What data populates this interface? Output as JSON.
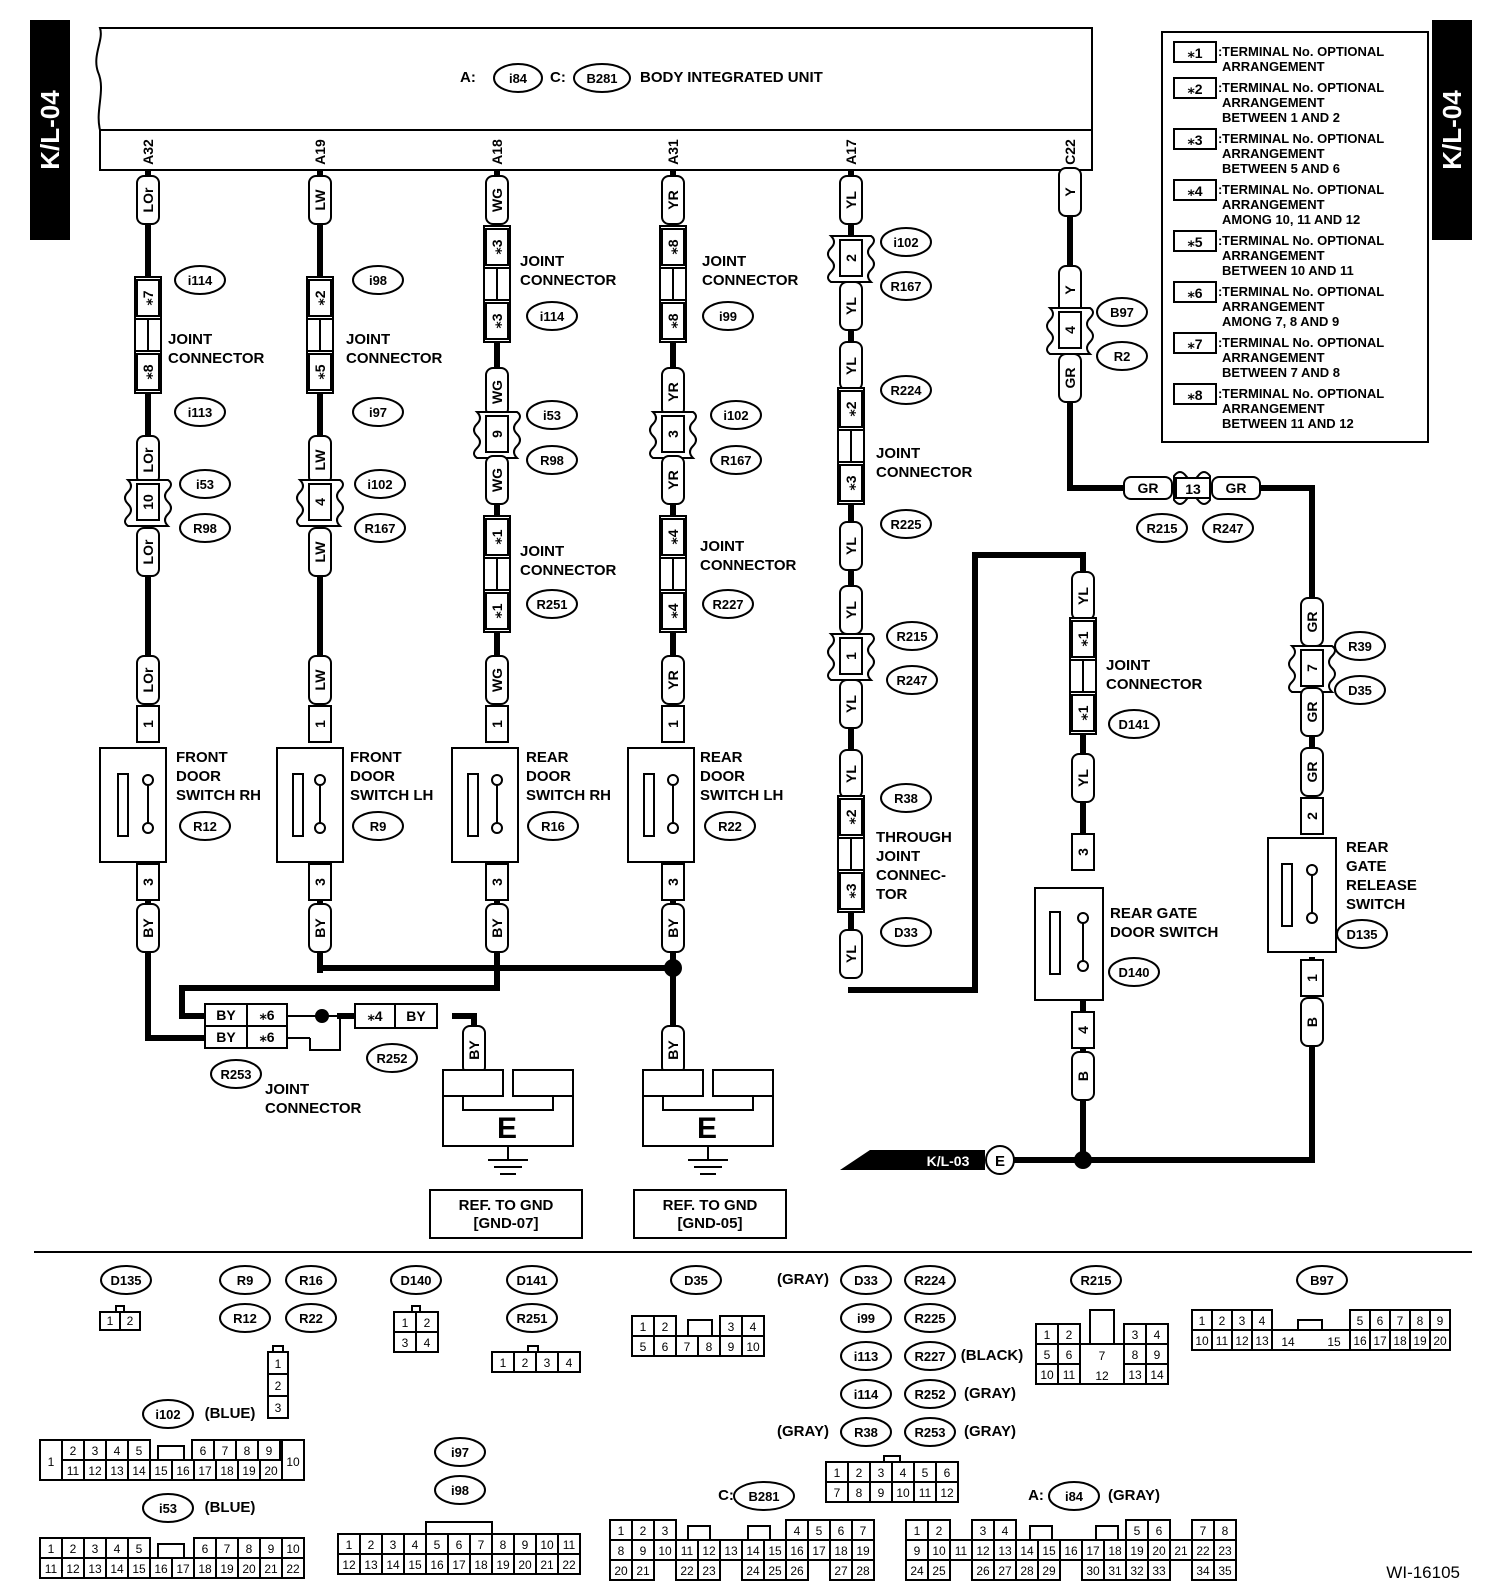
{
  "page_id": "K/L-04",
  "continuation": "K/L-03",
  "figure_code": "WI-16105",
  "body_unit": {
    "a": "A:",
    "i84": "i84",
    "c": "C:",
    "b281": "B281",
    "name": "BODY INTEGRATED UNIT"
  },
  "unit_terminals": [
    "A32",
    "A19",
    "A18",
    "A31",
    "A17",
    "C22"
  ],
  "legend": [
    {
      "mark": "1",
      "text": [
        "TERMINAL No. OPTIONAL",
        "ARRANGEMENT"
      ]
    },
    {
      "mark": "2",
      "text": [
        "TERMINAL No. OPTIONAL",
        "ARRANGEMENT",
        "BETWEEN 1 AND 2"
      ]
    },
    {
      "mark": "3",
      "text": [
        "TERMINAL No. OPTIONAL",
        "ARRANGEMENT",
        "BETWEEN 5 AND 6"
      ]
    },
    {
      "mark": "4",
      "text": [
        "TERMINAL No. OPTIONAL",
        "ARRANGEMENT",
        "AMONG 10, 11  AND 12"
      ]
    },
    {
      "mark": "5",
      "text": [
        "TERMINAL No. OPTIONAL",
        "ARRANGEMENT",
        "BETWEEN 10 AND 11"
      ]
    },
    {
      "mark": "6",
      "text": [
        "TERMINAL No. OPTIONAL",
        "ARRANGEMENT",
        "AMONG 7, 8  AND 9"
      ]
    },
    {
      "mark": "7",
      "text": [
        "TERMINAL No. OPTIONAL",
        "ARRANGEMENT",
        "BETWEEN 7 AND 8"
      ]
    },
    {
      "mark": "8",
      "text": [
        "TERMINAL No. OPTIONAL",
        "ARRANGEMENT",
        "BETWEEN 11 AND 12"
      ]
    }
  ],
  "labels": {
    "joint": "JOINT",
    "connector": "CONNECTOR",
    "through": "THROUGH",
    "connec": "CONNEC-",
    "tor": "TOR",
    "front": "FRONT",
    "rear": "REAR",
    "door": "DOOR",
    "switch_rh": "SWITCH RH",
    "switch_lh": "SWITCH LH",
    "rear_gate": "REAR GATE",
    "door_switch": "DOOR SWITCH",
    "gate": "GATE",
    "release": "RELEASE",
    "switch": "SWITCH",
    "ref_gnd": "REF. TO GND",
    "gnd07": "[GND-07]",
    "gnd05": "[GND-05]",
    "gray": "(GRAY)",
    "blue": "(BLUE)",
    "black": "(BLACK)",
    "ground_e": "E"
  },
  "wires": {
    "lor": "LOr",
    "lw": "LW",
    "wg": "WG",
    "yr": "YR",
    "yl": "YL",
    "y": "Y",
    "gr": "GR",
    "by": "BY",
    "b": "B"
  },
  "pins": {
    "p1": "1",
    "p2": "2",
    "p3": "3",
    "p4": "4",
    "p7": "7",
    "p9": "9",
    "p10": "10",
    "p13": "13",
    "s1": "⁎1",
    "s2": "⁎2",
    "s3": "⁎3",
    "s4": "⁎4",
    "s5": "⁎5",
    "s6": "⁎6",
    "s7": "⁎7",
    "s8": "⁎8"
  },
  "connectors": {
    "i114": "i114",
    "i113": "i113",
    "i53": "i53",
    "R98": "R98",
    "R12": "R12",
    "i98": "i98",
    "i97": "i97",
    "i102": "i102",
    "R167": "R167",
    "R9": "R9",
    "R251": "R251",
    "R16": "R16",
    "i99": "i99",
    "R227": "R227",
    "R22": "R22",
    "R224": "R224",
    "R225": "R225",
    "R215": "R215",
    "R247": "R247",
    "R38": "R38",
    "D33": "D33",
    "B97": "B97",
    "R2": "R2",
    "D141": "D141",
    "D140": "D140",
    "R39": "R39",
    "D35": "D35",
    "D135": "D135",
    "R253": "R253",
    "R252": "R252",
    "B281": "B281",
    "i84": "i84"
  },
  "bottom": {
    "c_prefix": "C:",
    "a_prefix": "A:"
  },
  "pin_rows": {
    "d135": [
      "1",
      "2"
    ],
    "r9": [
      "1",
      "2",
      "3"
    ],
    "d140_r1": [
      "1",
      "2"
    ],
    "d140_r2": [
      "3",
      "4"
    ],
    "d141_r1": [
      "1",
      "2",
      "3",
      "4"
    ],
    "d35_r1a": [
      "1",
      "2"
    ],
    "d35_r1b": [
      "3",
      "4"
    ],
    "d35_r2": [
      "5",
      "6",
      "7",
      "8",
      "9",
      "10"
    ],
    "d33_r1": [
      "1",
      "2",
      "3",
      "4",
      "5",
      "6"
    ],
    "d33_r2": [
      "7",
      "8",
      "9",
      "10",
      "11",
      "12"
    ],
    "r215_r1a": [
      "1",
      "2"
    ],
    "r215_r1b": [
      "3",
      "4"
    ],
    "r215_r2a": [
      "5",
      "6"
    ],
    "r215_r2b": [
      "8",
      "9"
    ],
    "r215_r3a": [
      "10",
      "11"
    ],
    "r215_r3b": [
      "13",
      "14"
    ],
    "r215_mid": [
      "7",
      "12"
    ],
    "b97_r1a": [
      "1",
      "2",
      "3",
      "4"
    ],
    "b97_r1b": [
      "5",
      "6",
      "7",
      "8",
      "9"
    ],
    "b97_r2a": [
      "10",
      "11",
      "12",
      "13"
    ],
    "b97_r2b": [
      "16",
      "17",
      "18",
      "19",
      "20"
    ],
    "b97_mid": [
      "14",
      "15"
    ],
    "i102_r1a": [
      "2",
      "3",
      "4",
      "5"
    ],
    "i102_r1b": [
      "6",
      "7",
      "8",
      "9"
    ],
    "i102_r2": [
      "11",
      "12",
      "13",
      "14",
      "15",
      "16",
      "17",
      "18",
      "19",
      "20"
    ],
    "i102_ends": [
      "1",
      "10"
    ],
    "i53_r1a": [
      "1",
      "2",
      "3",
      "4",
      "5"
    ],
    "i53_r1b": [
      "6",
      "7",
      "8",
      "9",
      "10"
    ],
    "i53_r2": [
      "11",
      "12",
      "13",
      "14",
      "15",
      "16",
      "17",
      "18",
      "19",
      "20",
      "21",
      "22"
    ],
    "i97_r1": [
      "1",
      "2",
      "3",
      "4",
      "5",
      "6",
      "7",
      "8",
      "9",
      "10",
      "11"
    ],
    "i97_r2": [
      "12",
      "13",
      "14",
      "15",
      "16",
      "17",
      "18",
      "19",
      "20",
      "21",
      "22"
    ],
    "b281_r1a": [
      "1",
      "2",
      "3"
    ],
    "b281_r1b": [
      "4",
      "5",
      "6",
      "7"
    ],
    "b281_r2": [
      "8",
      "9",
      "10",
      "11",
      "12",
      "13",
      "14",
      "15",
      "16",
      "17",
      "18",
      "19"
    ],
    "b281_r3a": [
      "20",
      "21"
    ],
    "b281_r3b": [
      "22",
      "23"
    ],
    "b281_r3c": [
      "24",
      "25",
      "26"
    ],
    "b281_r3d": [
      "27",
      "28"
    ],
    "i84_r1a": [
      "1",
      "2"
    ],
    "i84_r1b": [
      "3",
      "4"
    ],
    "i84_r1c": [
      "5",
      "6"
    ],
    "i84_r1d": [
      "7",
      "8"
    ],
    "i84_r2": [
      "9",
      "10",
      "11",
      "12",
      "13",
      "14",
      "15",
      "16",
      "17",
      "18",
      "19",
      "20",
      "21",
      "22",
      "23"
    ],
    "i84_r3a": [
      "24",
      "25"
    ],
    "i84_r3b": [
      "26",
      "27",
      "28",
      "29"
    ],
    "i84_r3c": [
      "30",
      "31",
      "32",
      "33"
    ],
    "i84_r3d": [
      "34",
      "35"
    ]
  }
}
